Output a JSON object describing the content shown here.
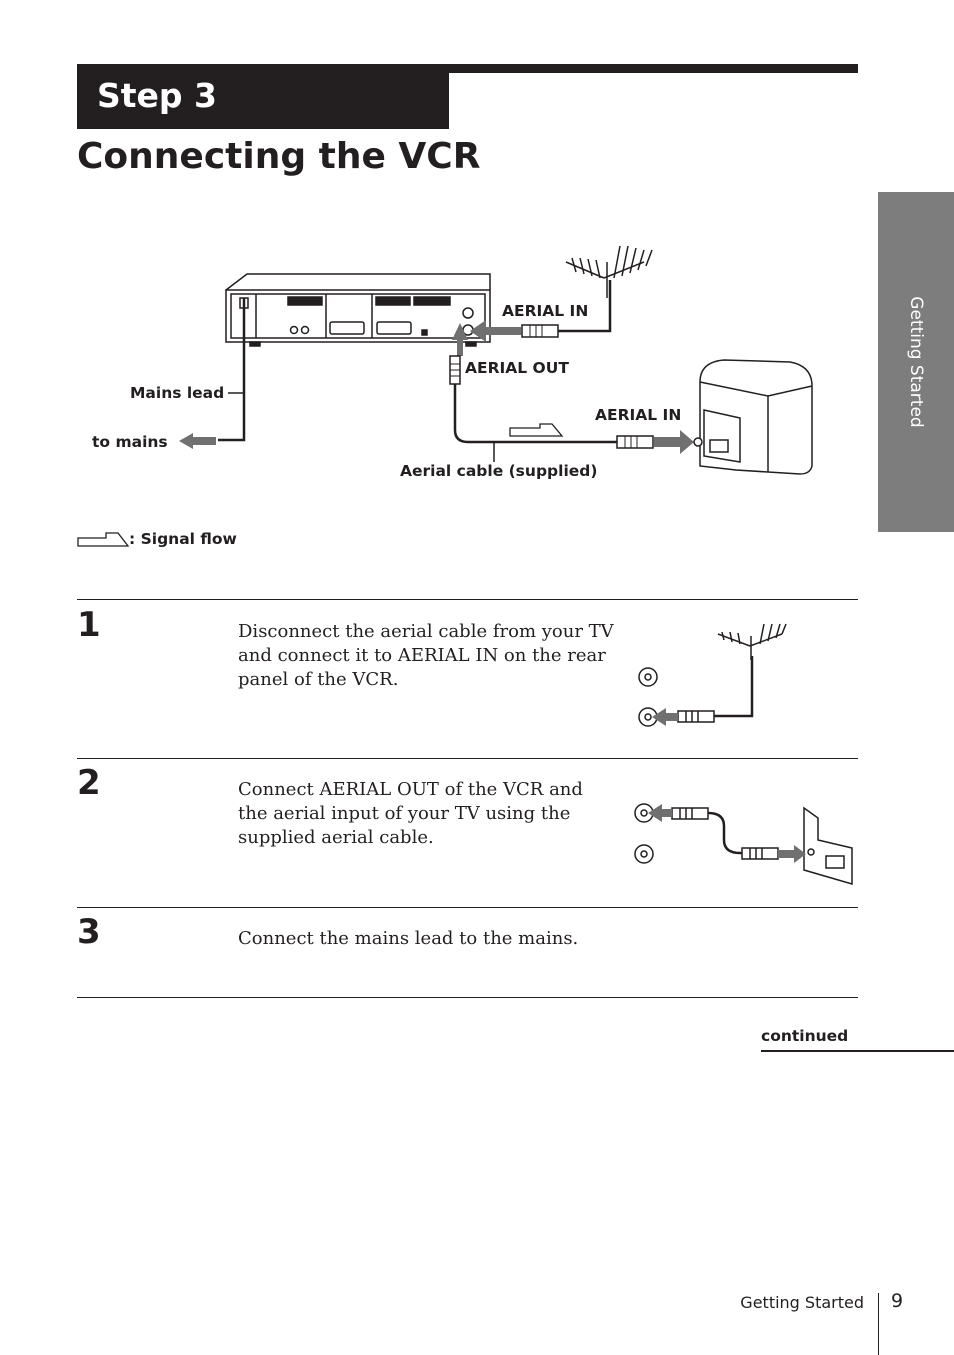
{
  "header": {
    "step_label": "Step 3",
    "title": "Connecting the VCR"
  },
  "side_tab": {
    "label": "Getting Started"
  },
  "diagram": {
    "label_aerial_in_vcr": "AERIAL IN",
    "label_aerial_out": "AERIAL OUT",
    "label_aerial_in_tv": "AERIAL IN",
    "label_mains_lead": "Mains lead",
    "label_to_mains": "to mains",
    "label_aerial_cable": "Aerial cable (supplied)",
    "legend_signal_flow": ": Signal flow"
  },
  "steps": [
    {
      "number": "1",
      "text": "Disconnect the aerial cable from your TV and connect it to AERIAL IN on the rear panel of the VCR."
    },
    {
      "number": "2",
      "text": "Connect AERIAL OUT of the VCR and the aerial input of your TV using the supplied aerial cable."
    },
    {
      "number": "3",
      "text": "Connect the mains lead to the mains."
    }
  ],
  "continued": "continued",
  "footer": {
    "section": "Getting Started",
    "page_number": "9"
  },
  "colors": {
    "band": "#231f20",
    "side_tab": "#7d7d7d",
    "arrow_grey": "#707070"
  }
}
